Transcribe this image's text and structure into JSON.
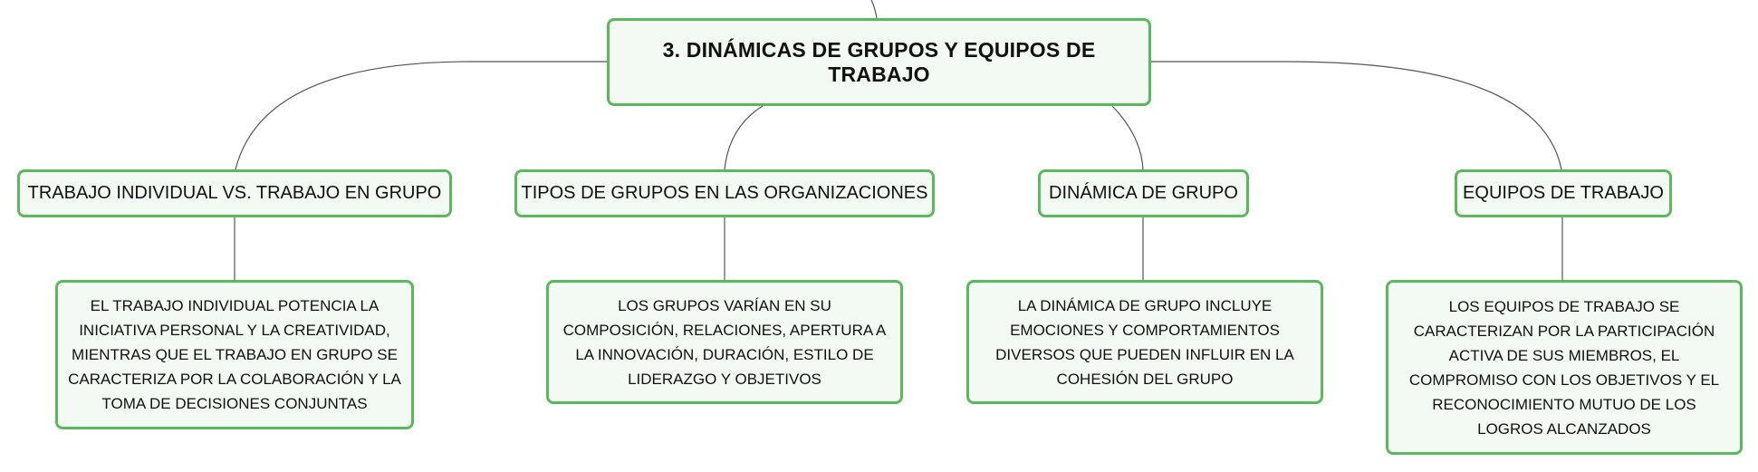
{
  "colors": {
    "node_border": "#5cb85c",
    "node_fill": "#f3faf3",
    "connector": "#555555",
    "text": "#111111"
  },
  "root": {
    "title": "3. DINÁMICAS DE GRUPOS Y EQUIPOS DE TRABAJO"
  },
  "branches": [
    {
      "title": "TRABAJO INDIVIDUAL VS. TRABAJO EN GRUPO",
      "detail": "EL TRABAJO INDIVIDUAL POTENCIA LA INICIATIVA PERSONAL Y LA CREATIVIDAD, MIENTRAS QUE EL TRABAJO EN GRUPO SE CARACTERIZA POR LA COLABORACIÓN Y LA TOMA DE DECISIONES CONJUNTAS"
    },
    {
      "title": "TIPOS DE GRUPOS EN LAS ORGANIZACIONES",
      "detail": "LOS GRUPOS VARÍAN EN SU COMPOSICIÓN, RELACIONES, APERTURA A LA INNOVACIÓN, DURACIÓN, ESTILO DE LIDERAZGO Y OBJETIVOS"
    },
    {
      "title": "DINÁMICA DE GRUPO",
      "detail": "LA DINÁMICA DE GRUPO INCLUYE EMOCIONES Y COMPORTAMIENTOS DIVERSOS QUE PUEDEN INFLUIR EN LA COHESIÓN DEL GRUPO"
    },
    {
      "title": "EQUIPOS DE TRABAJO",
      "detail": "LOS EQUIPOS DE TRABAJO SE CARACTERIZAN POR LA PARTICIPACIÓN ACTIVA DE SUS MIEMBROS, EL COMPROMISO CON LOS OBJETIVOS Y EL RECONOCIMIENTO MUTUO DE LOS LOGROS ALCANZADOS"
    }
  ]
}
